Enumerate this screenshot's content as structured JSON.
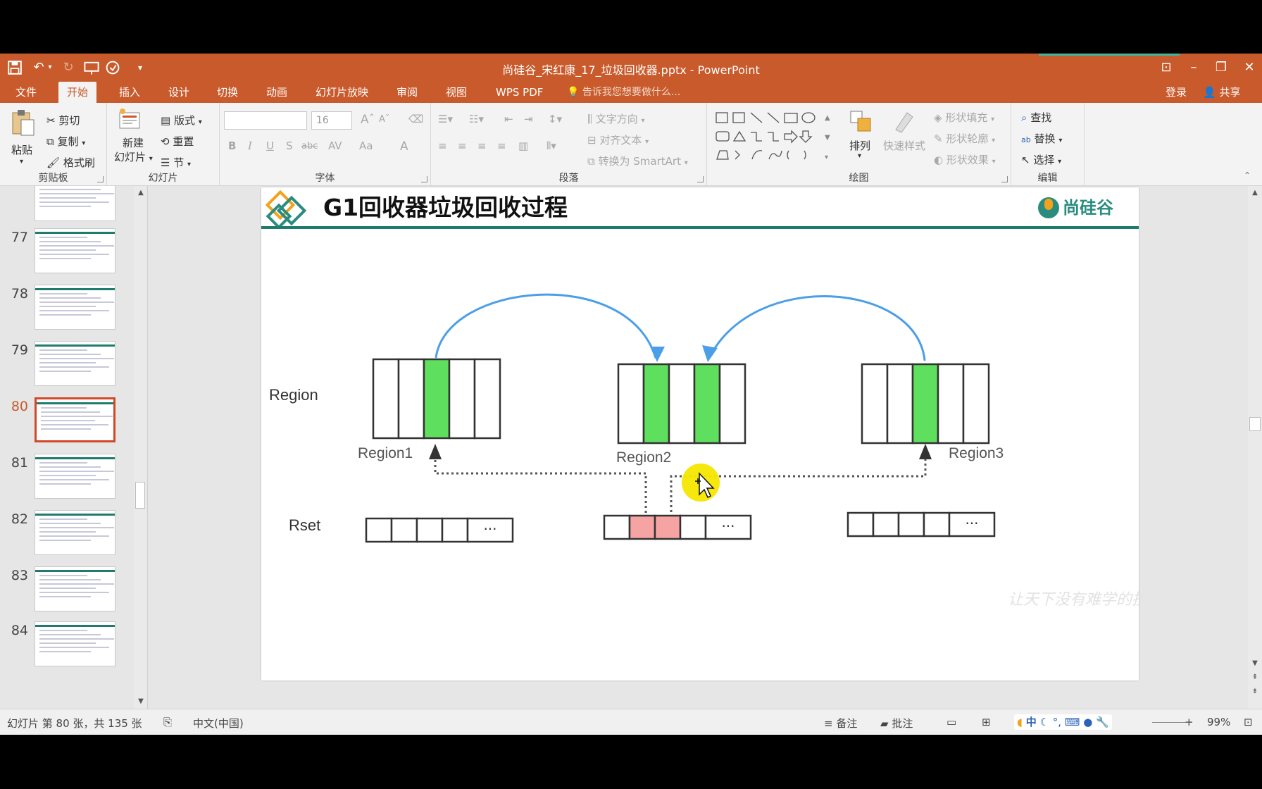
{
  "titlebar": {
    "title": "尚硅谷_宋红康_17_垃圾回收器.pptx - PowerPoint",
    "qat_dropdown": "▾"
  },
  "tabs": {
    "file": "文件",
    "home": "开始",
    "insert": "插入",
    "design": "设计",
    "transitions": "切换",
    "animations": "动画",
    "slideshow": "幻灯片放映",
    "review": "审阅",
    "view": "视图",
    "wps_pdf": "WPS PDF",
    "tell_me": "告诉我您想要做什么...",
    "sign_in": "登录",
    "share": "共享"
  },
  "ribbon": {
    "clipboard": {
      "paste": "粘贴",
      "cut": "剪切",
      "copy": "复制",
      "format_painter": "格式刷",
      "label": "剪贴板"
    },
    "slides": {
      "new_slide_line1": "新建",
      "new_slide_line2": "幻灯片",
      "layout": "版式",
      "reset": "重置",
      "section": "节",
      "label": "幻灯片"
    },
    "font": {
      "size": "16",
      "label": "字体",
      "bold": "B",
      "italic": "I",
      "underline": "U",
      "shadow": "S",
      "strike": "abc",
      "spacing": "AV",
      "case": "Aa",
      "color": "A",
      "grow": "A",
      "shrink": "A"
    },
    "paragraph": {
      "text_direction": "文字方向",
      "align_text": "对齐文本",
      "smartart": "转换为 SmartArt",
      "label": "段落"
    },
    "drawing": {
      "arrange": "排列",
      "quick_styles": "快速样式",
      "shape_fill": "形状填充",
      "shape_outline": "形状轮廓",
      "shape_effects": "形状效果",
      "label": "绘图"
    },
    "editing": {
      "find": "查找",
      "replace": "替换",
      "select": "选择",
      "label": "编辑"
    }
  },
  "thumbnails": [
    {
      "num": "",
      "active": false
    },
    {
      "num": "77",
      "active": false
    },
    {
      "num": "78",
      "active": false
    },
    {
      "num": "79",
      "active": false
    },
    {
      "num": "80",
      "active": true
    },
    {
      "num": "81",
      "active": false
    },
    {
      "num": "82",
      "active": false
    },
    {
      "num": "83",
      "active": false
    },
    {
      "num": "84",
      "active": false
    }
  ],
  "slide": {
    "title": "G1回收器垃圾回收过程",
    "logo_text": "尚硅谷",
    "row_label_region": "Region",
    "row_label_rset": "Rset",
    "region1": "Region1",
    "region2": "Region2",
    "region3": "Region3",
    "ellipsis": "···",
    "watermark": "让天下没有难学的技术",
    "colors": {
      "green": "#5ee05e",
      "pink": "#f6a3a3",
      "arrow_blue": "#4a9fe8",
      "title_rule": "#1f7b6e",
      "cursor_highlight": "#f5e600"
    }
  },
  "statusbar": {
    "slide_info": "幻灯片 第 80 张，共 135 张",
    "language": "中文(中国)",
    "notes": "备注",
    "comments": "批注",
    "zoom": "99%",
    "ime": "中"
  }
}
